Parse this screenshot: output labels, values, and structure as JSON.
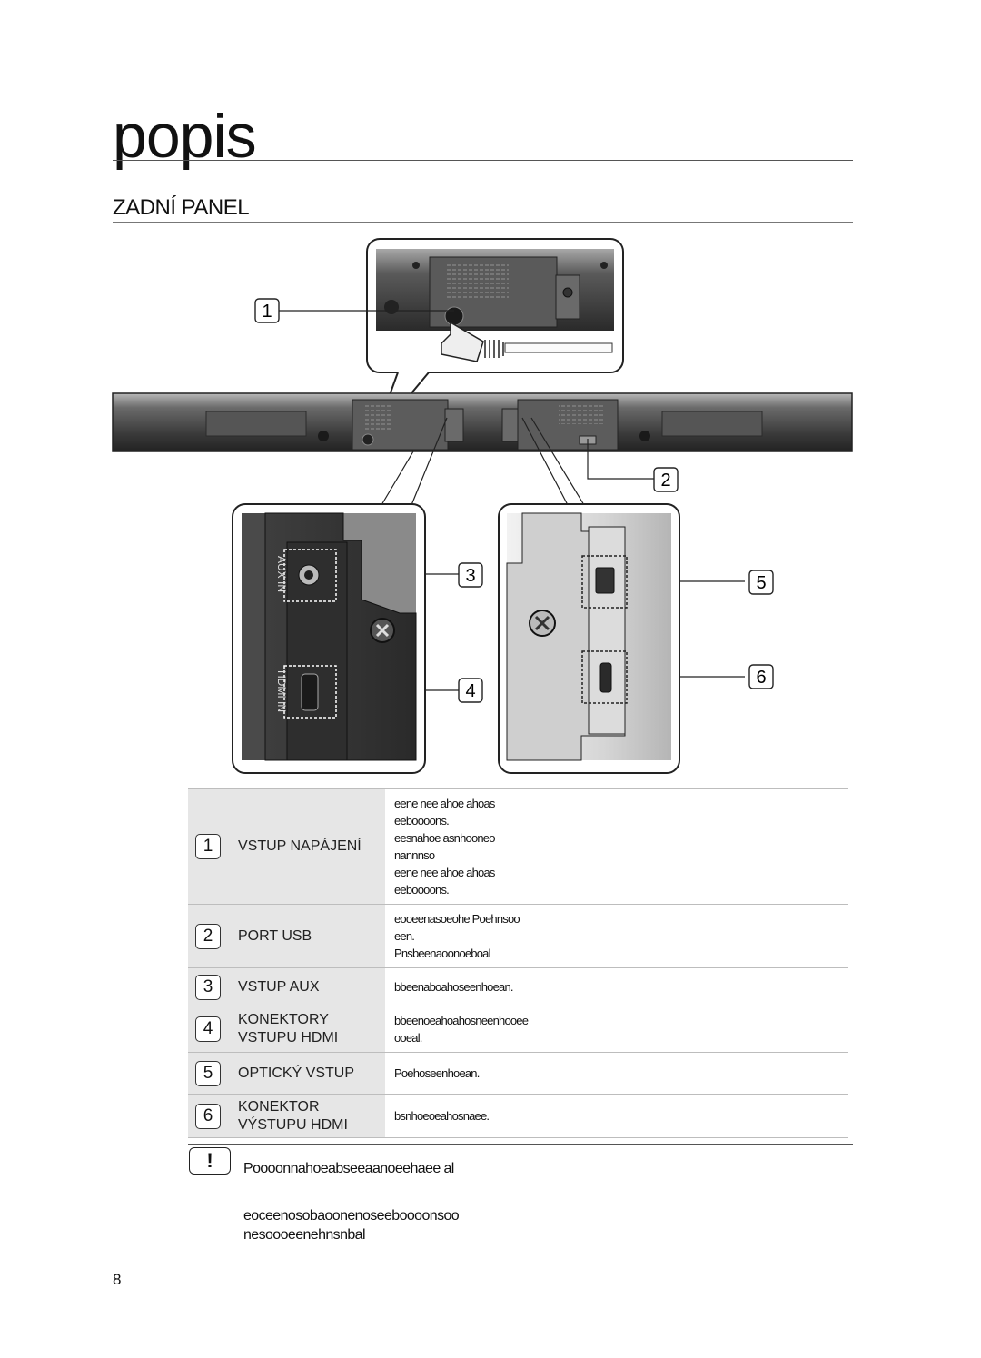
{
  "page": {
    "title": "popis",
    "section": "ZADNÍ PANEL",
    "number": "8"
  },
  "figure": {
    "callouts": [
      "1",
      "2",
      "3",
      "4",
      "5",
      "6"
    ],
    "port_labels": {
      "aux": "AUX IN",
      "hdmi_in": "HDMI IN"
    }
  },
  "table": {
    "rows": [
      {
        "num": "1",
        "label": "VSTUP NAPÁJENÍ",
        "desc": [
          "eene nee ahoe ahoas",
          "eeboooons.",
          "eesnahoe asnhooneo",
          "nannnso",
          "eene nee ahoe ahoas",
          "eeboooons."
        ]
      },
      {
        "num": "2",
        "label": "PORT USB",
        "desc": [
          "eooeenasoeohe Poehnsoo",
          "een.",
          "Pnsbeenaoonoeboal"
        ]
      },
      {
        "num": "3",
        "label": "VSTUP AUX",
        "desc": [
          "bbeenaboahoseenhoean."
        ]
      },
      {
        "num": "4",
        "label": "KONEKTORY VSTUPU HDMI",
        "desc": [
          "bbeenoeahoahosneenhooee",
          "ooeal."
        ]
      },
      {
        "num": "5",
        "label": "OPTICKÝ VSTUP",
        "desc": [
          "Poehoseenhoean."
        ]
      },
      {
        "num": "6",
        "label": "KONEKTOR VÝSTUPU HDMI",
        "desc": [
          "bsnhoeoeahosnaee."
        ]
      }
    ]
  },
  "notes": {
    "icon": "!",
    "items": [
      "Poooonnahoeabseeaanoeehaee al",
      "eoceenosobaoonenoseeboooonsoo nesoooeenehnsnbal"
    ]
  },
  "colors": {
    "panel_dark": "#3a3a3a",
    "panel_light": "#d8d8d8",
    "table_label_bg": "#e6e6e6"
  }
}
